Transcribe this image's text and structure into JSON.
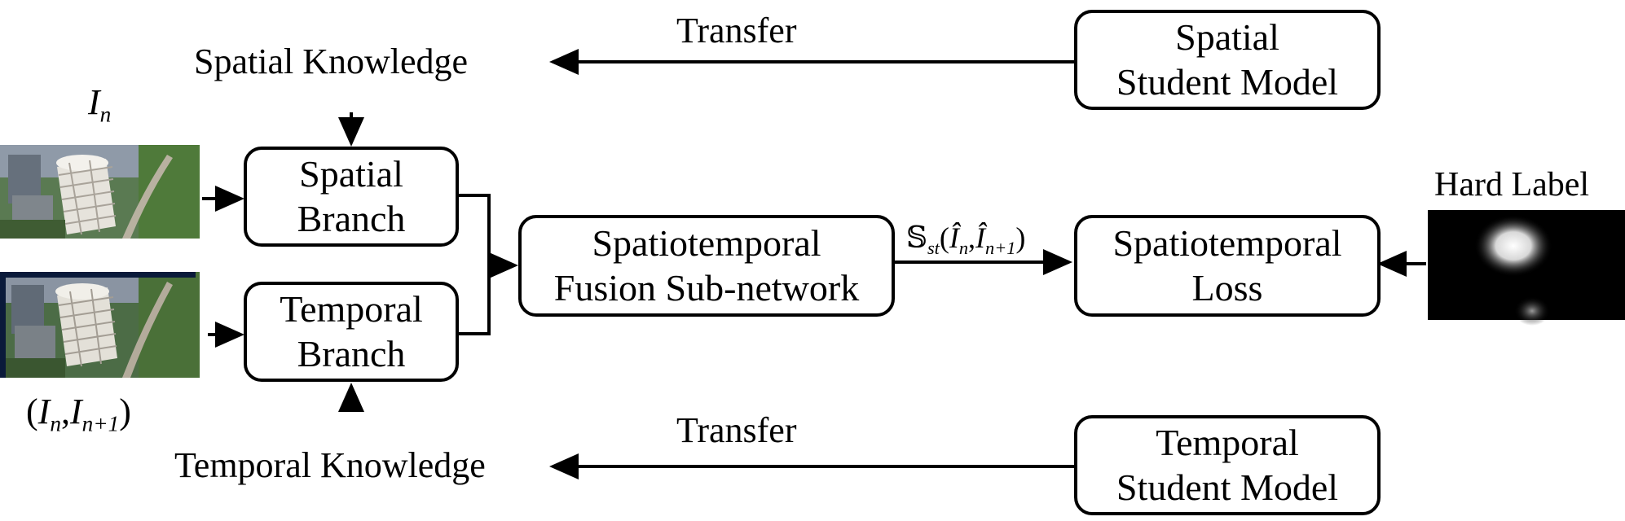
{
  "labels": {
    "spatial_knowledge": "Spatial Knowledge",
    "temporal_knowledge": "Temporal Knowledge",
    "transfer_top": "Transfer",
    "transfer_bottom": "Transfer",
    "hard_label": "Hard Label"
  },
  "boxes": {
    "spatial_branch": [
      "Spatial",
      "Branch"
    ],
    "temporal_branch": [
      "Temporal",
      "Branch"
    ],
    "fusion": [
      "Spatiotemporal",
      "Fusion Sub-network"
    ],
    "loss": [
      "Spatiotemporal",
      "Loss"
    ],
    "spatial_student": [
      "Spatial",
      "Student Model"
    ],
    "temporal_student": [
      "Temporal",
      "Student Model"
    ]
  },
  "math": {
    "frame": {
      "base": "I",
      "sub": "n"
    },
    "pair": {
      "open": "(",
      "a_base": "I",
      "a_sub": "n",
      "sep": ",",
      "b_base": "I",
      "b_sub": "n+1",
      "close": ")"
    },
    "edge": {
      "s": "𝕊",
      "s_sub": "st",
      "open": "(",
      "a": "Î",
      "a_sub": "n",
      "sep": ",",
      "b": "Î",
      "b_sub": "n+1",
      "close": ")"
    }
  },
  "colors": {
    "stroke": "#000000",
    "background": "#ffffff"
  }
}
